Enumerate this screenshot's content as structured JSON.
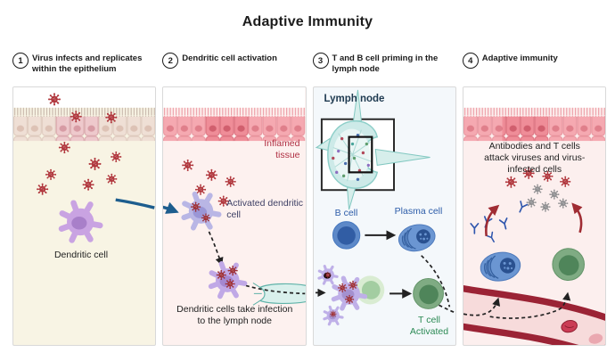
{
  "title": "Adaptive Immunity",
  "steps": [
    {
      "number": "1",
      "label": "Virus infects and replicates within the epithelium"
    },
    {
      "number": "2",
      "label": "Dendritic cell activation"
    },
    {
      "number": "3",
      "label": "T and B cell priming in the lymph node"
    },
    {
      "number": "4",
      "label": "Adaptive immunity"
    }
  ],
  "panels": {
    "panel1": {
      "labels": {
        "dendritic_cell": "Dendritic cell"
      }
    },
    "panel2": {
      "labels": {
        "inflamed_tissue": "Inflamed tissue",
        "activated_dc": "Activated dendritic cell",
        "take_infection": "Dendritic cells take infection to the lymph node"
      }
    },
    "panel3": {
      "labels": {
        "lymph_node": "Lymph node",
        "b_cell": "B cell",
        "plasma_cell": "Plasma cell",
        "t_cell": "T cell",
        "t_cell_state": "Activated"
      }
    },
    "panel4": {
      "labels": {
        "attack": "Antibodies and T cells attack viruses and virus-infected cells"
      }
    }
  },
  "palette": {
    "virus_red": "#b1383e",
    "virus_gray": "#8e8e90",
    "antibody_blue": "#2f56ad",
    "dendritic_purple": "#c9a3e2",
    "activated_dc_periwinkle": "#b9b6e5",
    "b_cell_blue": "#315da4",
    "plasma_cell_blue": "#2a5190",
    "t_cell_green": "#4f855a",
    "naive_t_green": "#a3cda1",
    "lymph_teal": "#82c8c1",
    "blood_vessel_red": "#9b2335",
    "blue_arrow": "#1d5d8e",
    "red_arrow": "#a02c33",
    "inflamed_text": "#b03043",
    "activated_dc_text": "#3f4166",
    "lymph_node_text": "#1e3a50",
    "b_cell_text": "#2d5da9",
    "t_cell_text": "#2c8a55",
    "panel1_bg": "#f8f4e4",
    "panel2_bg": "#fdf1ef",
    "panel3_bg": "#f4f8fb",
    "panel4_bg": "#fcefee"
  }
}
